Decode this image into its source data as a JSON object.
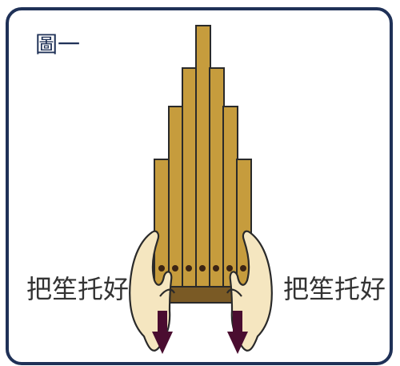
{
  "figure_label": "圖一",
  "left_label": "把笙托好",
  "right_label": "把笙托好",
  "colors": {
    "frame": "#1f3157",
    "pipe_fill": "#c69c3d",
    "pipe_stroke": "#2a2a2a",
    "hole": "#3b2414",
    "skin": "#f5e6c0",
    "arrow": "#4a0d30"
  },
  "icons": [
    "sheng-instrument",
    "left-hand",
    "right-hand",
    "down-arrow-left",
    "down-arrow-right"
  ]
}
